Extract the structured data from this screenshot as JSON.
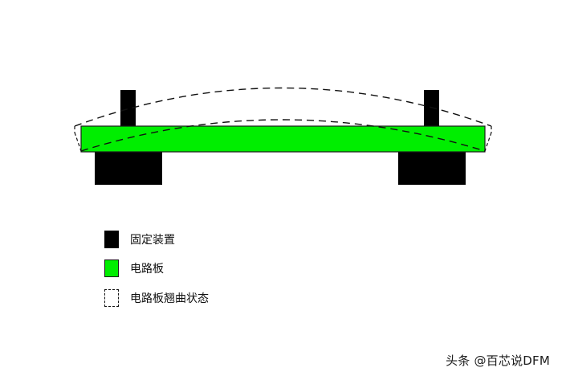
{
  "colors": {
    "fixture": "#000000",
    "board": "#00ee00",
    "board_outline": "#1a1a1a",
    "dashed": "#111111",
    "text": "#111111"
  },
  "legend": {
    "items": [
      {
        "key": "fixture",
        "label": "固定装置",
        "style": "solid-black"
      },
      {
        "key": "board",
        "label": "电路板",
        "style": "solid-green"
      },
      {
        "key": "warp",
        "label": "电路板翘曲状态",
        "style": "dashed-outline"
      }
    ]
  },
  "watermark": {
    "text": "头条 @百芯说DFM"
  }
}
